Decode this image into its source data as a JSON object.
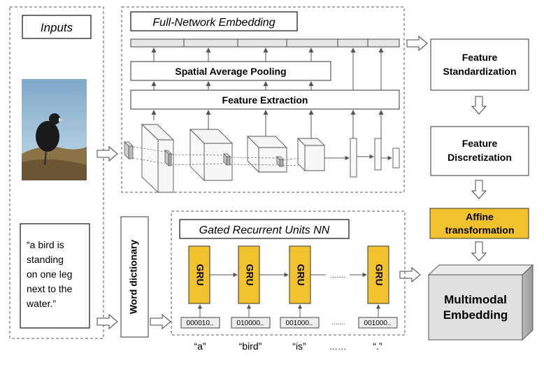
{
  "inputs_label": "Inputs",
  "fne_title": "Full-Network Embedding",
  "spatial_pooling": "Spatial Average Pooling",
  "feature_extraction": "Feature Extraction",
  "feature_standardization": [
    "Feature",
    "Standardization"
  ],
  "feature_discretization": [
    "Feature",
    "Discretization"
  ],
  "affine_transformation": [
    "Affine",
    "transformation"
  ],
  "multimodal_embedding": [
    "Multimodal",
    "Embedding"
  ],
  "caption_lines": [
    "“a bird is",
    "standing",
    "on one leg",
    "next to the",
    "water.”"
  ],
  "word_dictionary": "Word dictionary",
  "gru_title": "Gated Recurrent Units NN",
  "gru_label": "GRU",
  "one_hot_codes": [
    "000010..",
    "010000..",
    "001000..",
    "001000.."
  ],
  "words": [
    "“a”",
    "“bird”",
    "“is”",
    "……",
    "“.”"
  ],
  "ellipsis": ".......",
  "colors": {
    "gru": "#f2c12e",
    "affine": "#f2c12e",
    "box_stroke": "#333333",
    "cube_fill": "#e0e0e0"
  },
  "icons": {
    "bird_image": "bird-photo"
  }
}
